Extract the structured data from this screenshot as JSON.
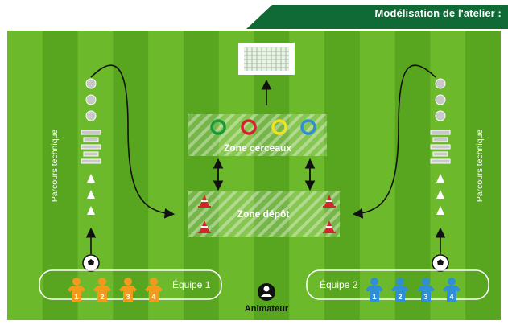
{
  "header": {
    "title": "Modélisation de l'atelier :"
  },
  "colors": {
    "grass_light": "#6cba2b",
    "grass_dark": "#58a51f",
    "banner_green": "#0f6a36",
    "team1_orange": "#f49a1b",
    "team2_blue": "#2f8fd6",
    "cone_red": "#d1262a"
  },
  "zones": {
    "hoops_label": "Zone cerceaux",
    "deposit_label": "Zone dépôt",
    "hoop_colors": [
      "#1a9a3a",
      "#d72030",
      "#f2e21a",
      "#2f8fd6"
    ]
  },
  "course": {
    "left_label": "Parcours technique",
    "right_label": "Parcours technique"
  },
  "teams": {
    "team1": {
      "label": "Équipe 1",
      "players": [
        "1",
        "2",
        "3",
        "4"
      ]
    },
    "team2": {
      "label": "Équipe 2",
      "players": [
        "1",
        "2",
        "3",
        "4"
      ]
    }
  },
  "coach": {
    "label": "Animateur"
  }
}
